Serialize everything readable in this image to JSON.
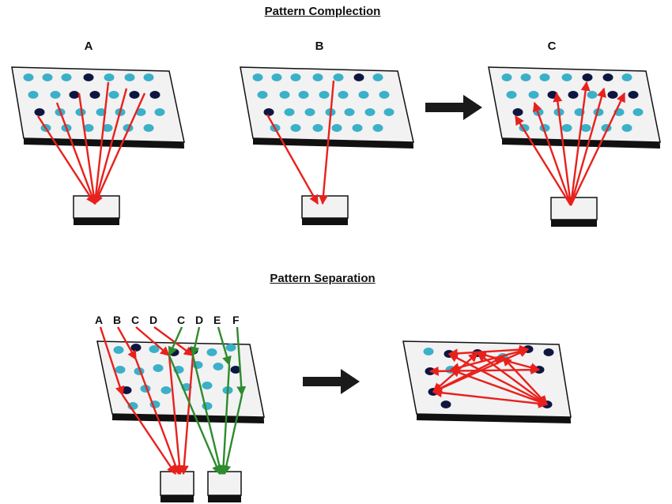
{
  "titles": {
    "completion": "Pattern Complection",
    "separation": "Pattern Separation"
  },
  "panels": {
    "a": "A",
    "b": "B",
    "c": "C"
  },
  "inputs": {
    "red": [
      "A",
      "B",
      "C",
      "D"
    ],
    "green": [
      "C",
      "D",
      "E",
      "F"
    ]
  },
  "colors": {
    "cell_light": "#3bb0c9",
    "cell_dark": "#0e1640",
    "arrow_red": "#e8211d",
    "arrow_green": "#2e8b2e",
    "plate_top": "#f2f2f2",
    "plate_side": "#111111",
    "big_arrow": "#1a1a1a"
  }
}
